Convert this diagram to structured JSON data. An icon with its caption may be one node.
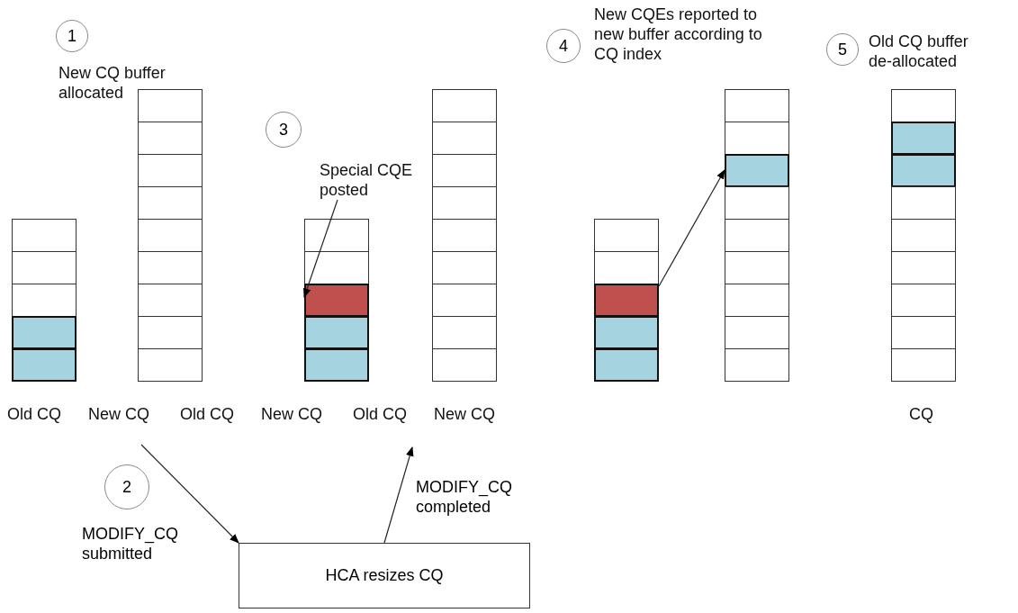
{
  "diagram": {
    "nodes": [
      {
        "text": [
          "1"
        ],
        "beside": [
          "New CQ buffer allocated"
        ]
      },
      {
        "text": [
          "2"
        ]
      },
      {
        "text": [
          "3"
        ]
      },
      {
        "text": [
          "4"
        ],
        "beside": [
          "New CQEs reported to new buffer according to CQ index"
        ]
      },
      {
        "text": [
          "5"
        ],
        "beside": [
          "Old CQ buffer de-allocated"
        ]
      },
      {
        "text": [
          "HCA resizes CQ"
        ]
      },
      {
        "text": [
          "Special CQE posted"
        ]
      },
      {
        "text": [],
        "shape": "box"
      },
      {
        "text": [],
        "shape": "box"
      },
      {
        "text": [],
        "shape": "box"
      }
    ],
    "edges": [
      {
        "from": null,
        "to": 5,
        "arrow": "to",
        "label": "MODIFY_CQ submitted"
      },
      {
        "from": 5,
        "to": null,
        "arrow": "to",
        "label": "MODIFY_CQ completed"
      },
      {
        "from": 6,
        "to": 7,
        "arrow": "to"
      },
      {
        "from": 8,
        "to": 9,
        "arrow": "to"
      }
    ],
    "labels": [
      "Old CQ",
      "New CQ",
      "Old CQ",
      "New CQ",
      "Old CQ",
      "New CQ",
      "CQ"
    ]
  }
}
